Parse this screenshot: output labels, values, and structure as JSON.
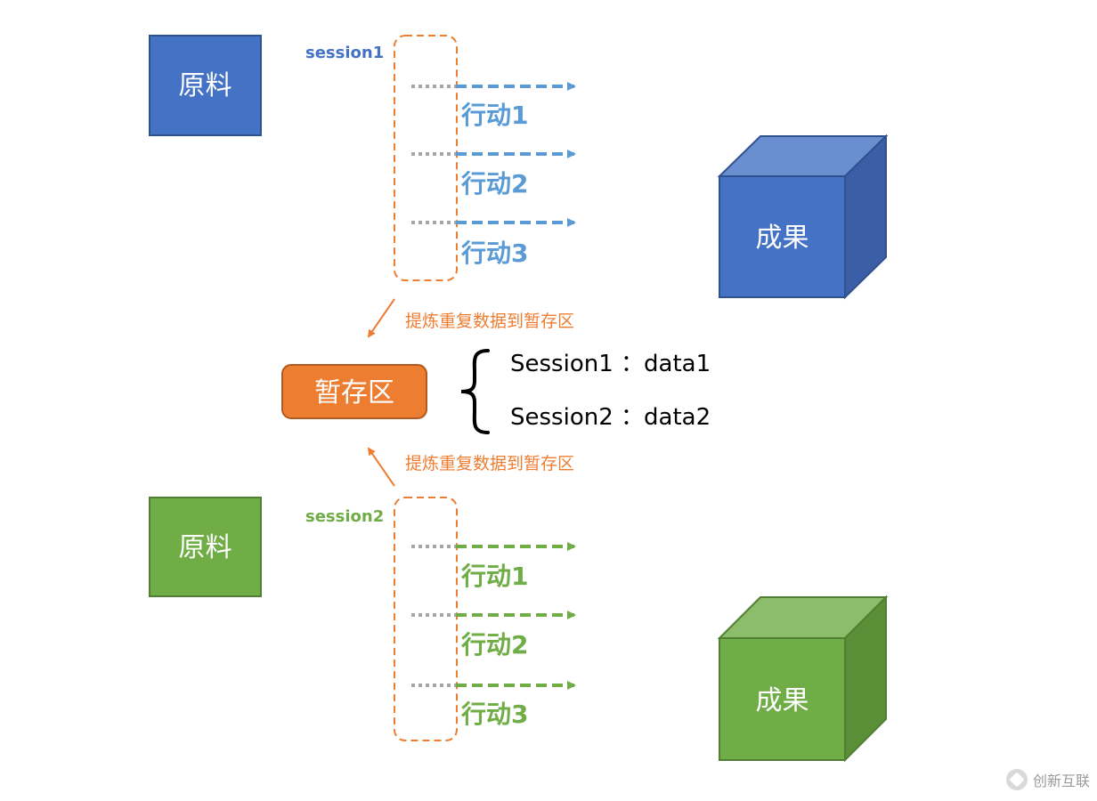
{
  "colors": {
    "blue": "#4472c4",
    "blue_light": "#5b9bd5",
    "green": "#70ad47",
    "orange": "#ed7d31",
    "gray_dots": "#a6a6a6"
  },
  "session1": {
    "label": "session1",
    "raw_label": "原料",
    "result_label": "成果",
    "actions": [
      "行动1",
      "行动2",
      "行动3"
    ]
  },
  "session2": {
    "label": "session2",
    "raw_label": "原料",
    "result_label": "成果",
    "actions": [
      "行动1",
      "行动2",
      "行动3"
    ]
  },
  "arrow_caption_top": "提炼重复数据到暂存区",
  "arrow_caption_bottom": "提炼重复数据到暂存区",
  "store": {
    "label": "暂存区",
    "entries": [
      "Session1 ：data1",
      "Session2 ：data2"
    ]
  },
  "watermark": {
    "text": "创新互联"
  }
}
